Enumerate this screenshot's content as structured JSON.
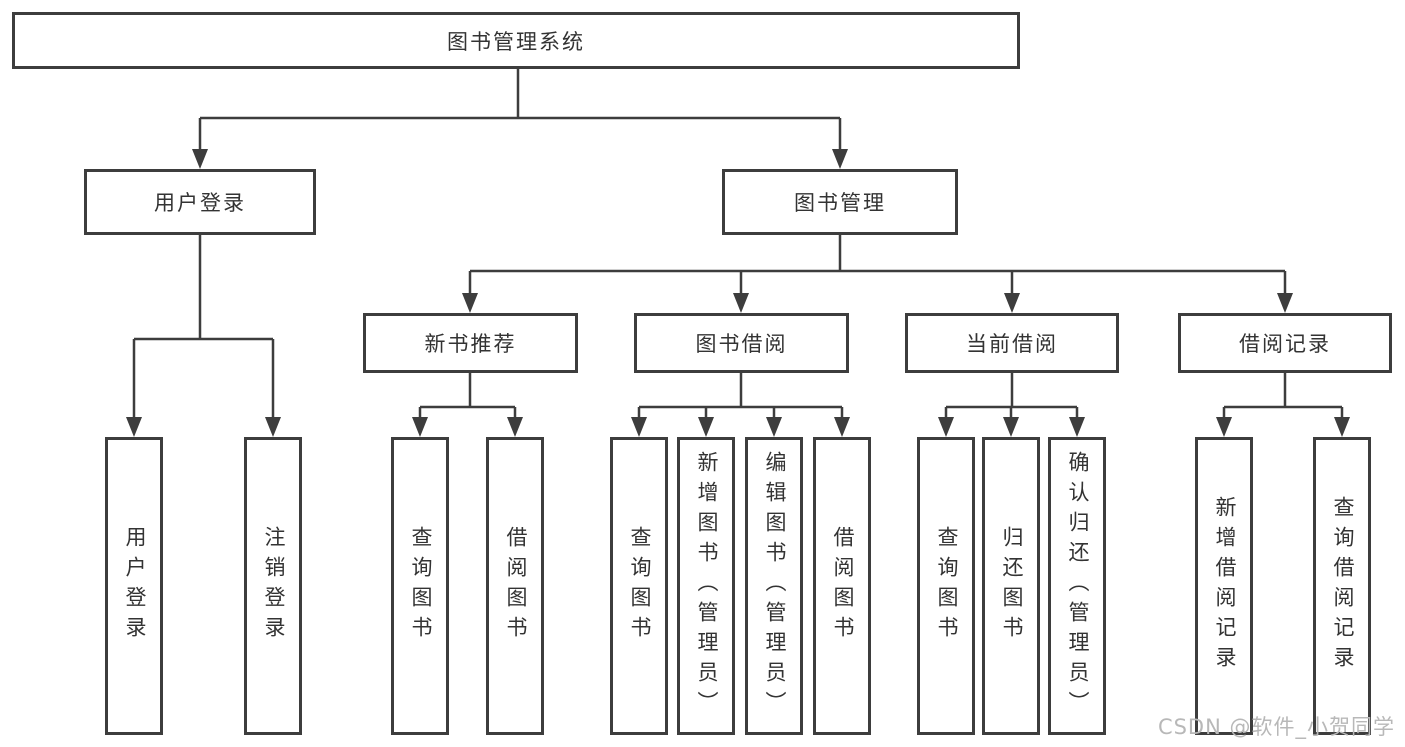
{
  "tree": {
    "label": "图书管理系统",
    "children": [
      {
        "label": "用户登录",
        "children": [
          {
            "label": "用户登录"
          },
          {
            "label": "注销登录"
          }
        ]
      },
      {
        "label": "图书管理",
        "children": [
          {
            "label": "新书推荐",
            "children": [
              {
                "label": "查询图书"
              },
              {
                "label": "借阅图书"
              }
            ]
          },
          {
            "label": "图书借阅",
            "children": [
              {
                "label": "查询图书"
              },
              {
                "label": "新增图书（管理员）"
              },
              {
                "label": "编辑图书（管理员）"
              },
              {
                "label": "借阅图书"
              }
            ]
          },
          {
            "label": "当前借阅",
            "children": [
              {
                "label": "查询图书"
              },
              {
                "label": "归还图书"
              },
              {
                "label": "确认归还（管理员）"
              }
            ]
          },
          {
            "label": "借阅记录",
            "children": [
              {
                "label": "新增借阅记录"
              },
              {
                "label": "查询借阅记录"
              }
            ]
          }
        ]
      }
    ]
  },
  "watermark": "CSDN @软件_小贺同学",
  "colors": {
    "line": "#3d3d3d",
    "text": "#333333",
    "watermark_gray": "#b8b8b8",
    "background": "#ffffff"
  }
}
